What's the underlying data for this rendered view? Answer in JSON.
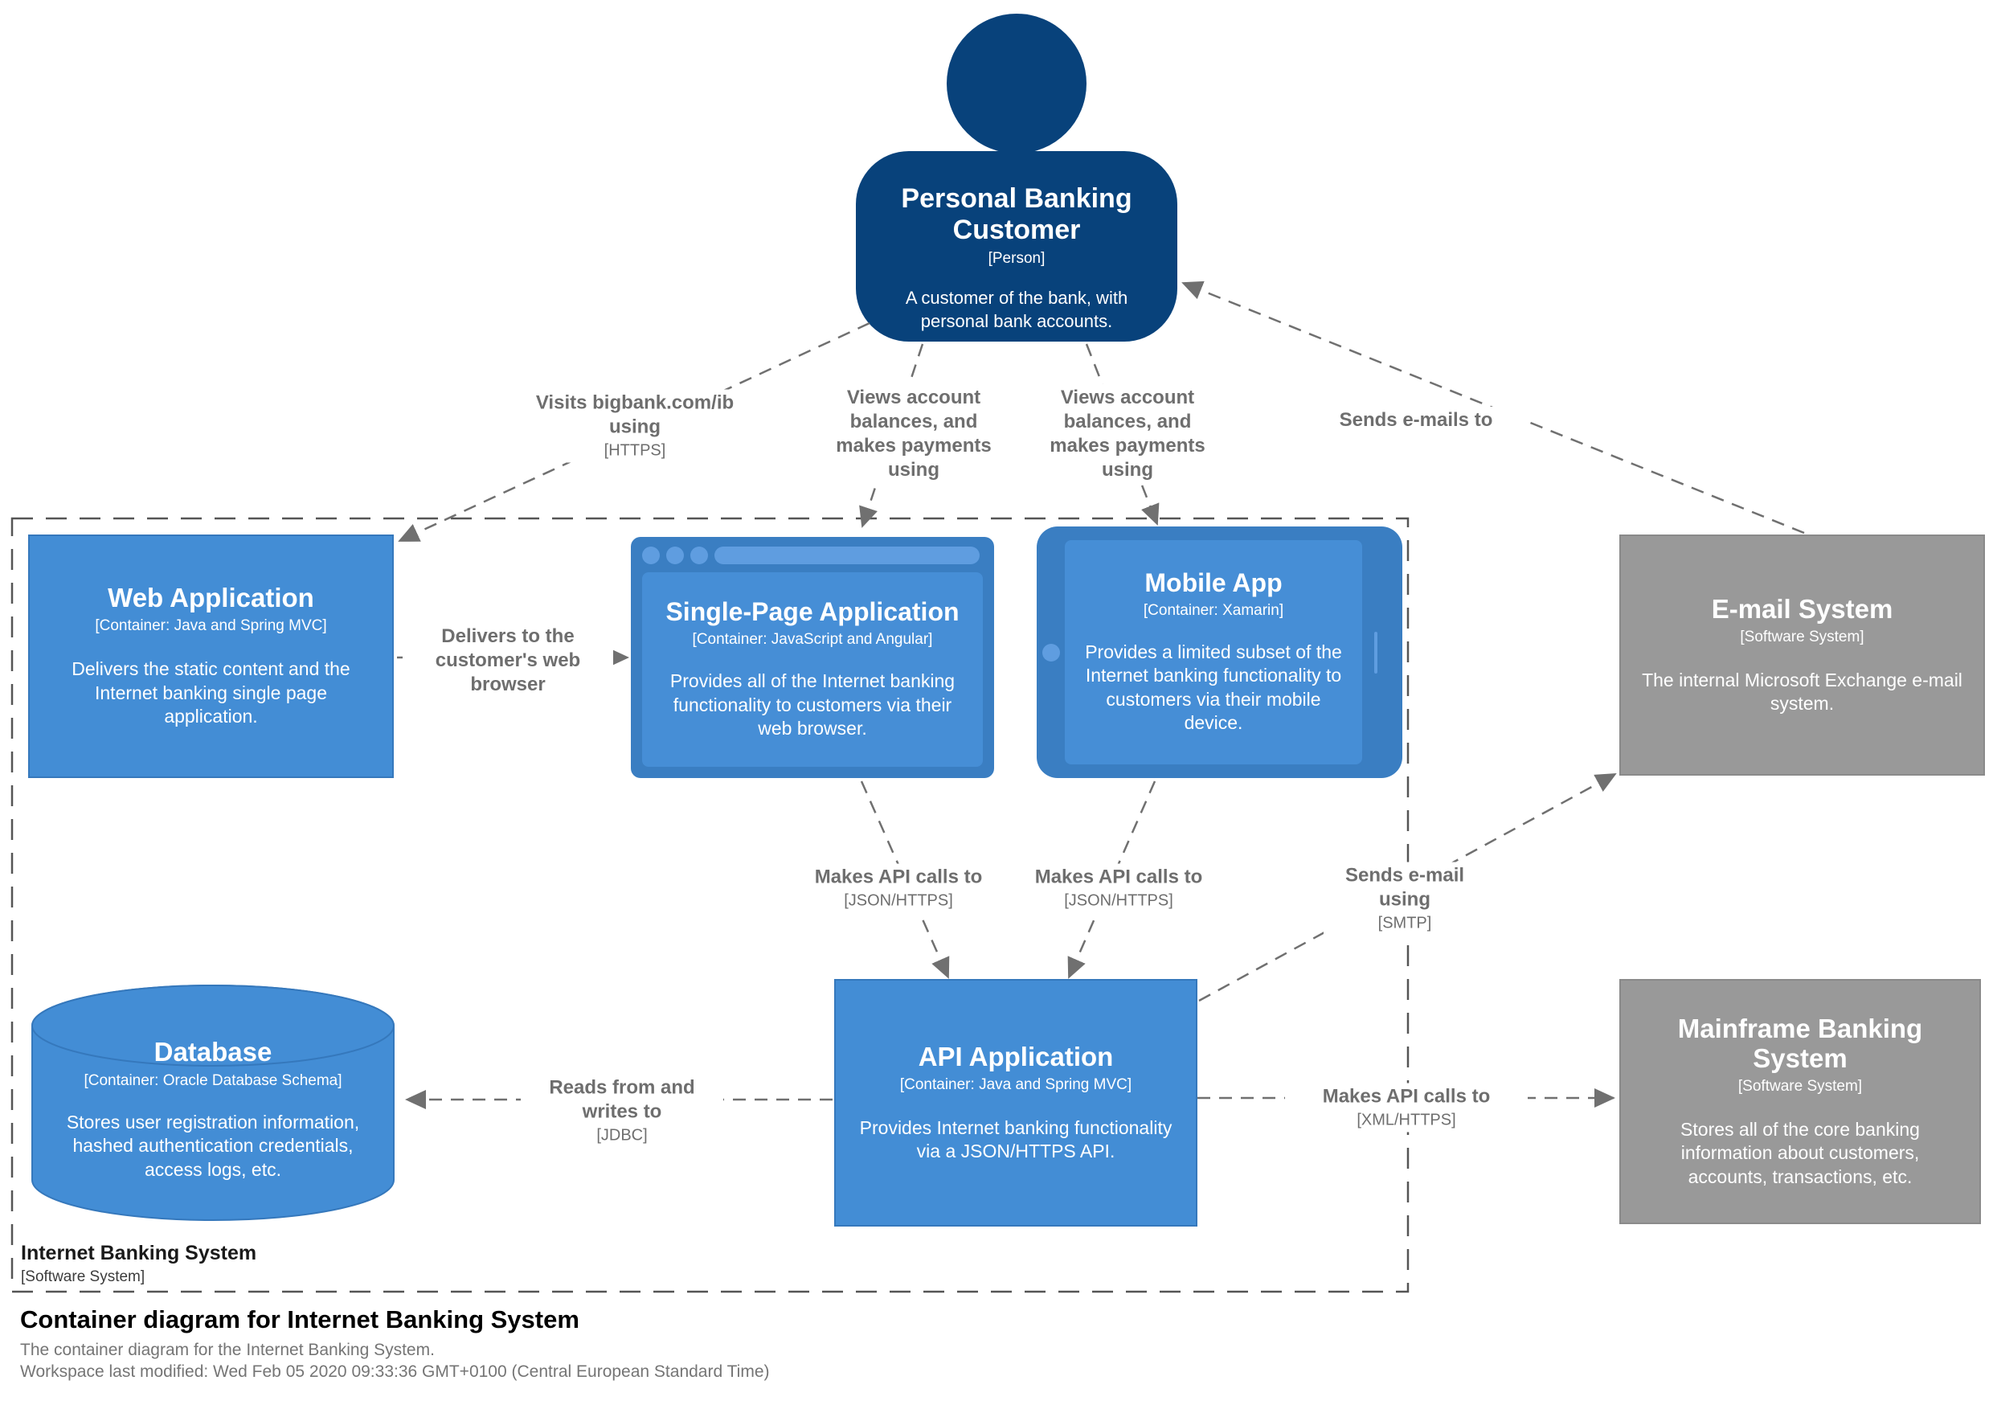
{
  "person": {
    "name": "Personal Banking Customer",
    "meta": "[Person]",
    "description": "A customer of the bank, with personal bank accounts."
  },
  "containers": {
    "web_app": {
      "name": "Web Application",
      "meta": "[Container: Java and Spring MVC]",
      "description": "Delivers the static content and the Internet banking single page application."
    },
    "spa": {
      "name": "Single-Page Application",
      "meta": "[Container: JavaScript and Angular]",
      "description": "Provides all of the Internet banking functionality to customers via their web browser."
    },
    "mobile": {
      "name": "Mobile App",
      "meta": "[Container: Xamarin]",
      "description": "Provides a limited subset of the Internet banking functionality to customers via their mobile device."
    },
    "database": {
      "name": "Database",
      "meta": "[Container: Oracle Database Schema]",
      "description": "Stores user registration information, hashed authentication credentials, access logs, etc."
    },
    "api": {
      "name": "API Application",
      "meta": "[Container: Java and Spring MVC]",
      "description": "Provides Internet banking functionality via a JSON/HTTPS API."
    }
  },
  "external": {
    "email": {
      "name": "E-mail System",
      "meta": "[Software System]",
      "description": "The internal Microsoft Exchange e-mail system."
    },
    "mainframe": {
      "name": "Mainframe Banking System",
      "meta": "[Software System]",
      "description": "Stores all of the core banking information about customers, accounts, transactions, etc."
    }
  },
  "boundary": {
    "name": "Internet Banking System",
    "meta": "[Software System]"
  },
  "relationships": {
    "visits": {
      "label": "Visits bigbank.com/ib using",
      "tech": "[HTTPS]"
    },
    "views_spa": {
      "label": "Views account balances, and makes payments using",
      "tech": ""
    },
    "views_mobile": {
      "label": "Views account balances, and makes payments using",
      "tech": ""
    },
    "sends_emails": {
      "label": "Sends e-mails to",
      "tech": ""
    },
    "delivers": {
      "label": "Delivers to the customer's web browser",
      "tech": ""
    },
    "spa_api": {
      "label": "Makes API calls to",
      "tech": "[JSON/HTTPS]"
    },
    "mobile_api": {
      "label": "Makes API calls to",
      "tech": "[JSON/HTTPS]"
    },
    "smtp": {
      "label": "Sends e-mail using",
      "tech": "[SMTP]"
    },
    "jdbc": {
      "label": "Reads from and writes to",
      "tech": "[JDBC]"
    },
    "xml": {
      "label": "Makes API calls to",
      "tech": "[XML/HTTPS]"
    }
  },
  "footer": {
    "title": "Container diagram for Internet Banking System",
    "subtitle": "The container diagram for the Internet Banking System.",
    "modified": "Workspace last modified: Wed Feb 05 2020 09:33:36 GMT+0100 (Central European Standard Time)"
  },
  "colors": {
    "person_fill": "#08427b",
    "container_fill": "#438dd5",
    "external_fill": "#999999",
    "edge": "#707070"
  }
}
